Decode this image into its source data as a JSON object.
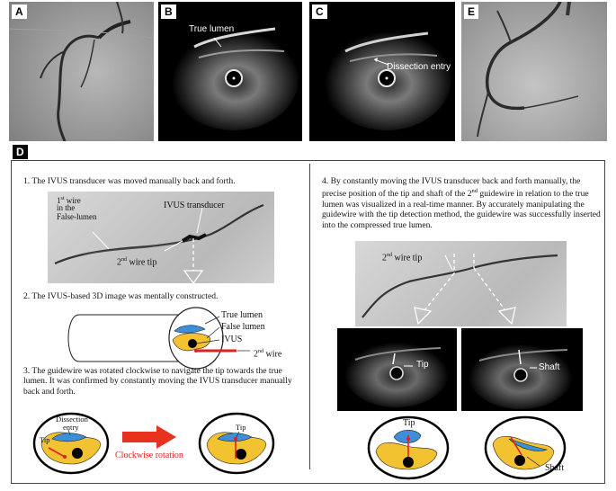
{
  "panels": {
    "A": {
      "tag": "A"
    },
    "B": {
      "tag": "B",
      "label": "True lumen"
    },
    "C": {
      "tag": "C",
      "label": "Dissection entry"
    },
    "E": {
      "tag": "E"
    }
  },
  "section_d": {
    "tag": "D",
    "left": {
      "step1": "1. The IVUS transducer was moved manually back and forth.",
      "wire1": {
        "prefix": "1",
        "sup": "st",
        "rest": " wire",
        "line2": "in the",
        "line3": "False-lumen"
      },
      "ivus_transducer": "IVUS transducer",
      "wire2_tip": {
        "prefix": "2",
        "sup": "nd",
        "rest": " wire tip"
      },
      "step2": "2. The IVUS-based 3D image was mentally constructed.",
      "true_lumen": "True lumen",
      "false_lumen": "False lumen",
      "ivus": "IVUS",
      "wire2": {
        "prefix": "2",
        "sup": "nd",
        "rest": " wire"
      },
      "step3": "3. The guidewire was rotated clockwise to navigate the tip towards the true lumen. It was confirmed by constantly moving the IVUS transducer manually back and forth.",
      "dissection_entry_1": "Dissection",
      "dissection_entry_2": "entry",
      "tip_a": "Tip",
      "tip_b": "Tip",
      "clockwise": "Clockwise rotation"
    },
    "right": {
      "step4_a": "4. By constantly moving the IVUS transducer back and forth manually, the precise position of the tip and shaft of the 2",
      "step4_sup": "nd",
      "step4_b": " guidewire in relation to the true lumen was visualized in a real-time manner. By accurately manipulating the guidewire with the tip detection method, the guidewire was successfully inserted into the compressed true lumen.",
      "wire_tip": {
        "prefix": "2",
        "sup": "nd",
        "rest": " wire tip"
      },
      "ivus_tip": "Tip",
      "ivus_shaft": "Shaft",
      "bottom_tip": "Tip",
      "bottom_shaft": "Shaft"
    }
  },
  "colors": {
    "yellow": "#f2c230",
    "blue": "#3d8fd9",
    "red": "#e02020",
    "arrow_red": "#e8321e"
  }
}
